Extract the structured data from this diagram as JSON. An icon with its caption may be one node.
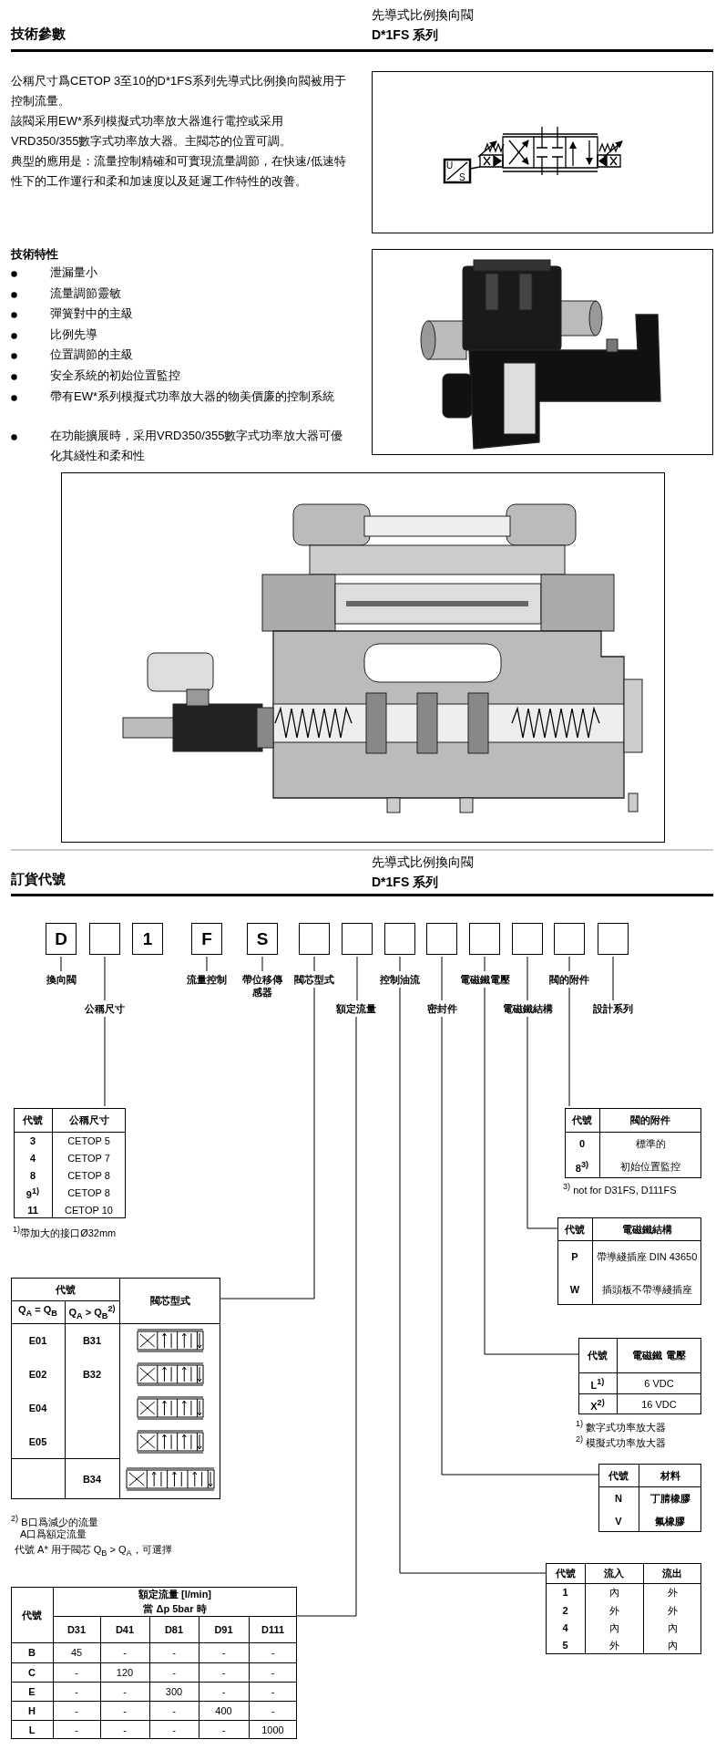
{
  "diagram": {
    "nodes": [
      {
        "text": [
          "D"
        ]
      },
      {
        "text": [],
        "shape": "box"
      },
      {
        "text": [
          "1"
        ]
      },
      {
        "text": [
          "F"
        ]
      },
      {
        "text": [
          "S"
        ]
      },
      {
        "text": [],
        "shape": "box"
      },
      {
        "text": [],
        "shape": "box"
      },
      {
        "text": [],
        "shape": "box"
      },
      {
        "text": [],
        "shape": "box"
      },
      {
        "text": [],
        "shape": "box"
      },
      {
        "text": [],
        "shape": "box"
      },
      {
        "text": [],
        "shape": "box"
      },
      {
        "text": [],
        "shape": "box"
      },
      {
        "text": [
          "換向閥"
        ]
      },
      {
        "text": [
          "流量控制"
        ]
      },
      {
        "text": [
          "帶位移傳感器"
        ]
      },
      {
        "text": [
          "閥芯型式"
        ]
      },
      {
        "text": [
          "控制油流"
        ]
      },
      {
        "text": [
          "電磁鐵電壓"
        ]
      },
      {
        "text": [
          "閥的附件"
        ]
      },
      {
        "text": [
          "公稱尺寸"
        ]
      },
      {
        "text": [
          "額定流量"
        ]
      },
      {
        "text": [
          "密封件"
        ]
      },
      {
        "text": [
          "電磁鐵結構"
        ]
      },
      {
        "text": [
          "設計系列"
        ]
      },
      {
        "text": [
          "代號",
          "公稱尺寸",
          "3",
          "CETOP 5",
          "4",
          "CETOP 7",
          "8",
          "CETOP 8",
          "9$^{1)}$",
          "CETOP 8",
          "11",
          "CETOP 10"
        ],
        "beside": [
          "$^{1)}$帶加大的接口Ø32mm"
        ]
      },
      {
        "text": [
          "代號",
          "閥的附件",
          "0",
          "標準的",
          "8$^{3)}$",
          "初始位置監控"
        ],
        "beside": [
          "$^{3)}$ not for D31FS, D111FS"
        ]
      },
      {
        "text": [
          "代號",
          "電磁鐵結構",
          "P",
          "帶導綫插座 DIN 43650",
          "W",
          "插頭板不帶導綫插座"
        ]
      },
      {
        "text": [
          "代號",
          "閥芯型式",
          "Q$_{A}$ = Q$_{B}$",
          "Q$_{A}$ > Q$_{B}$$^{2)}$",
          "E01",
          "B31",
          "E02",
          "B32",
          "E04",
          "E05",
          "B34"
        ],
        "beside": [
          "$^{2)}$ B口爲減少的流量",
          "A口爲額定流量",
          "代號 A* 用于閥芯 Q$_{B}$ > Q$_{A}$，可選擇"
        ]
      },
      {
        "text": [
          "代號",
          "電磁鐵 電壓",
          "L$^{1)}$",
          "6 VDC",
          "X$^{2)}$",
          "16 VDC"
        ],
        "beside": [
          "$^{1)}$ 數字式功率放大器",
          "$^{2)}$ 模擬式功率放大器"
        ]
      },
      {
        "text": [
          "代號",
          "材料",
          "N",
          "丁腈橡膠",
          "V",
          "氟橡膠"
        ]
      },
      {
        "text": [
          "代號",
          "流入",
          "流出",
          "1",
          "內",
          "外",
          "2",
          "外",
          "外",
          "4",
          "內",
          "內",
          "5",
          "外",
          "內"
        ]
      },
      {
        "text": [
          "代號",
          "額定流量 [l/min]",
          "當 Δp 5bar 時",
          "D31",
          "D41",
          "D81",
          "D91",
          "D111",
          "B",
          "45",
          "-",
          "-",
          "-",
          "-",
          "C",
          "-",
          "120",
          "-",
          "-",
          "-",
          "E",
          "-",
          "-",
          "300",
          "-",
          "-",
          "H",
          "-",
          "-",
          "-",
          "400",
          "-",
          "L",
          "-",
          "-",
          "-",
          "-",
          "1000"
        ]
      }
    ],
    "edges": [
      {
        "from": 0,
        "to": 13,
        "arrow": "none"
      },
      {
        "from": 3,
        "to": 14,
        "arrow": "none"
      },
      {
        "from": 4,
        "to": 15,
        "arrow": "none"
      },
      {
        "from": 5,
        "to": 16,
        "arrow": "none"
      },
      {
        "from": 7,
        "to": 17,
        "arrow": "none"
      },
      {
        "from": 9,
        "to": 18,
        "arrow": "none"
      },
      {
        "from": 11,
        "to": 19,
        "arrow": "none"
      },
      {
        "from": 1,
        "to": 20,
        "arrow": "none"
      },
      {
        "from": 6,
        "to": 21,
        "arrow": "none"
      },
      {
        "from": 8,
        "to": 22,
        "arrow": "none"
      },
      {
        "from": 10,
        "to": 23,
        "arrow": "none"
      },
      {
        "from": 12,
        "to": 24,
        "arrow": "none"
      },
      {
        "from": 20,
        "to": 25,
        "arrow": "none"
      },
      {
        "from": 19,
        "to": 26,
        "arrow": "none"
      },
      {
        "from": 23,
        "to": 27,
        "arrow": "none"
      },
      {
        "from": 16,
        "to": 28,
        "arrow": "none"
      },
      {
        "from": 18,
        "to": 29,
        "arrow": "none"
      },
      {
        "from": 22,
        "to": 30,
        "arrow": "none"
      },
      {
        "from": 17,
        "to": 31,
        "arrow": "none"
      },
      {
        "from": 21,
        "to": 32,
        "arrow": "none"
      }
    ],
    "labels": [
      "技術參數",
      "先導式比例換向閥",
      "D*1FS 系列",
      "公稱尺寸爲CETOP 3至10的D*1FS系列先導式比例換向閥被用于控制流量。",
      "該閥采用EW*系列模擬式功率放大器進行電控或采用VRD350/355數字式功率放大器。主閥芯的位置可調。",
      "典型的應用是：流量控制精確和可實現流量調節，在快速/低速特性下的工作運行和柔和加速度以及延遲工作特性的改善。",
      "技術特性",
      "泄漏量小",
      "流量調節靈敏",
      "彈簧對中的主級",
      "比例先導",
      "位置調節的主級",
      "安全系統的初始位置監控",
      "帶有EW*系列模擬式功率放大器的物美價廉的控制系統",
      "在功能擴展時，采用VRD350/355數字式功率放大器可優化其綫性和柔和性",
      "訂貨代號",
      "先導式比例換向閥",
      "D*1FS 系列",
      "U",
      "S"
    ]
  }
}
